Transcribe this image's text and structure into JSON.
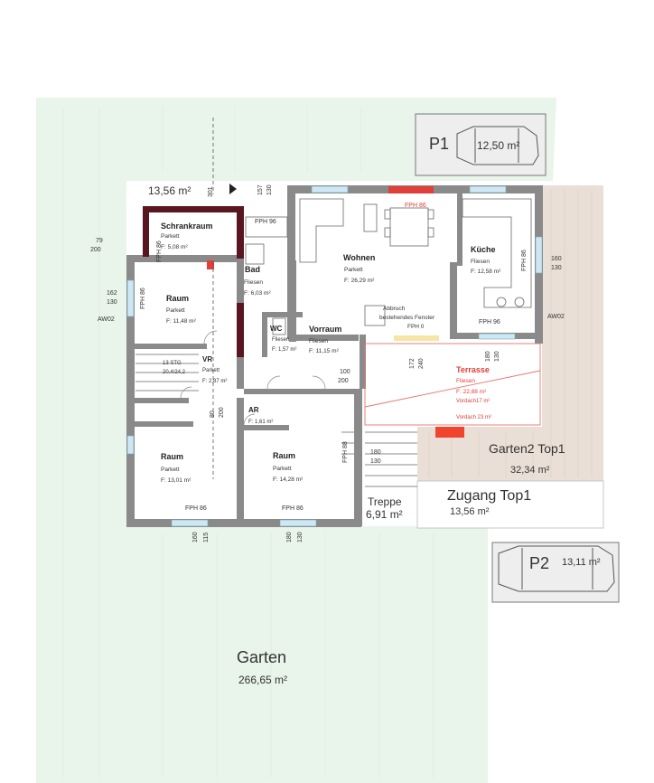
{
  "outdoor": {
    "garten": {
      "label": "Garten",
      "area": "266,65 m²"
    },
    "garten2": {
      "label": "Garten2 Top1",
      "area": "32,34 m²"
    },
    "zugang": {
      "label": "Zugang Top1",
      "area": "13,56 m²"
    },
    "treppe": {
      "label": "Treppe",
      "area": "6,91 m²"
    },
    "top_area": "13,56 m²",
    "p1": {
      "label": "P1",
      "area": "12,50 m²"
    },
    "p2": {
      "label": "P2",
      "area": "13,11 m²"
    }
  },
  "rooms": {
    "schrankraum": {
      "name": "Schrankraum",
      "floor": "Parkett",
      "area": "F: 5,08 m²"
    },
    "bad": {
      "name": "Bad",
      "floor": "Fliesen",
      "area": "F: 6,03 m²"
    },
    "wohnen": {
      "name": "Wohnen",
      "floor": "Parkett",
      "area": "F: 26,29 m²"
    },
    "kueche": {
      "name": "Küche",
      "floor": "Fliesen",
      "area": "F: 12,58 m²"
    },
    "raum1": {
      "name": "Raum",
      "floor": "Parkett",
      "area": "F: 11,48 m²"
    },
    "wc": {
      "name": "WC",
      "floor": "Fliesen",
      "area": "F: 1,57 m²"
    },
    "vorraum": {
      "name": "Vorraum",
      "floor": "Fliesen",
      "area": "F: 11,15 m²"
    },
    "vr": {
      "name": "VR",
      "floor": "Parkett",
      "area": "F: 2,87 m²"
    },
    "ar": {
      "name": "AR",
      "area": "F: 1,61 m²"
    },
    "raum2": {
      "name": "Raum",
      "floor": "Parkett",
      "area": "F: 13,01 m²"
    },
    "raum3": {
      "name": "Raum",
      "floor": "Parkett",
      "area": "F: 14,28 m²"
    },
    "terrasse": {
      "name": "Terrasse",
      "floor": "Fliesen",
      "area": "F: 22,88 m²",
      "vordach1": "Vordach17 m²",
      "vordach2": "Vordach 23 m²"
    }
  },
  "notes": {
    "abbruch1": "Abbruch",
    "abbruch2": "bestehendes Fenster",
    "fph0": "FPH 0",
    "stair": "13 STG",
    "stair2": "20,4/24,2"
  },
  "dimensions": {
    "d79": "79",
    "d200a": "200",
    "d162": "162",
    "d130a": "130",
    "d160a": "160",
    "d130b": "130",
    "d100": "100",
    "d200b": "200",
    "d172": "172",
    "d240": "240",
    "d180a": "180",
    "d130c": "130",
    "d180b": "180",
    "d130d": "130",
    "d160b": "160",
    "d115": "115",
    "d180c": "180",
    "d130e": "130",
    "d157": "157",
    "d130f": "130",
    "d301": "301",
    "d80": "80",
    "d200c": "200"
  },
  "labels": {
    "aw02_left": "AW02",
    "aw02_right": "AW02",
    "fph_schrank": "FPH 86",
    "fph_bad": "FPH 96",
    "fph_wohnen": "FPH 86",
    "fph_kueche_v": "FPH 86",
    "fph_kueche": "FPH 96",
    "fph_raum1": "FPH 86",
    "fph_raum2": "FPH 86",
    "fph_raum3": "FPH 86",
    "fph_stair": "FPH 88"
  }
}
